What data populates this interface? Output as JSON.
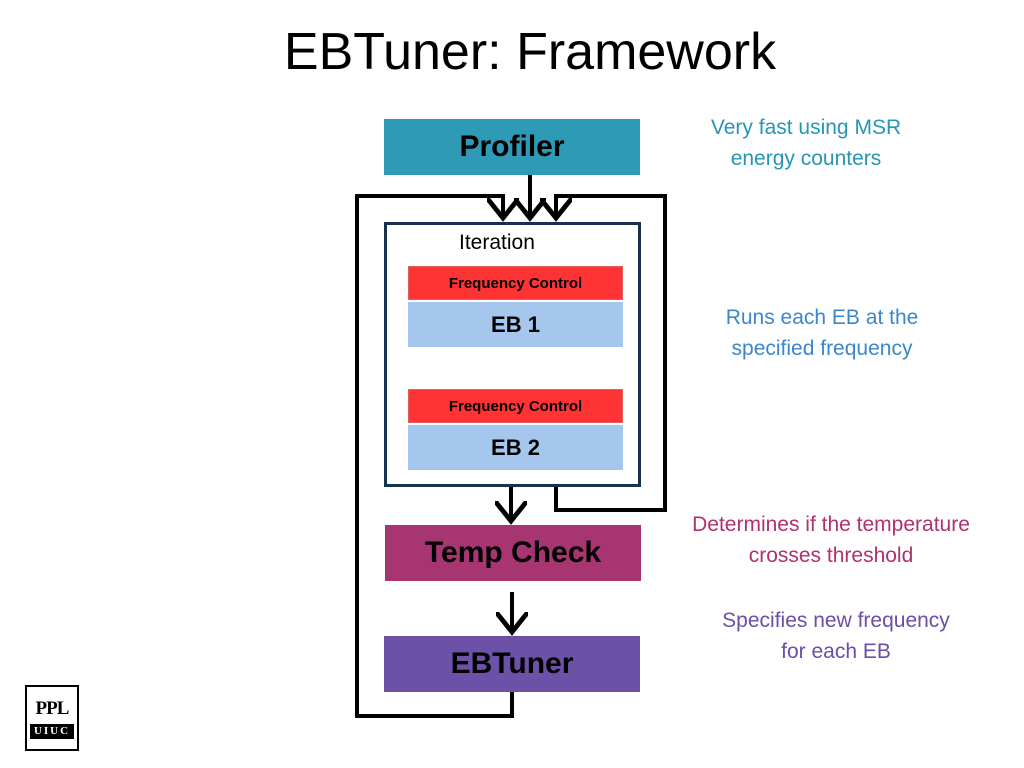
{
  "title": "EBTuner: Framework",
  "diagram": {
    "profiler": "Profiler",
    "iteration_label": "Iteration",
    "frequency_control_1": "Frequency Control",
    "eb1": "EB 1",
    "frequency_control_2": "Frequency Control",
    "eb2": "EB 2",
    "temp_check": "Temp Check",
    "ebtuner": "EBTuner"
  },
  "notes": {
    "profiler": [
      "Very fast using MSR",
      "energy counters"
    ],
    "runs": [
      "Runs each EB at the",
      "specified frequency"
    ],
    "temp": [
      "Determines if the temperature",
      "crosses threshold"
    ],
    "ebtuner": [
      "Specifies new frequency",
      "for each EB"
    ]
  },
  "logo": {
    "top": "PPL",
    "bottom": "UIUC"
  },
  "colors": {
    "profiler": "#2e9ab5",
    "frequency_control": "#ff3333",
    "eb": "#a5c7ee",
    "temp_check": "#a63572",
    "ebtuner": "#6b52a8",
    "iteration_border": "#17324f"
  }
}
